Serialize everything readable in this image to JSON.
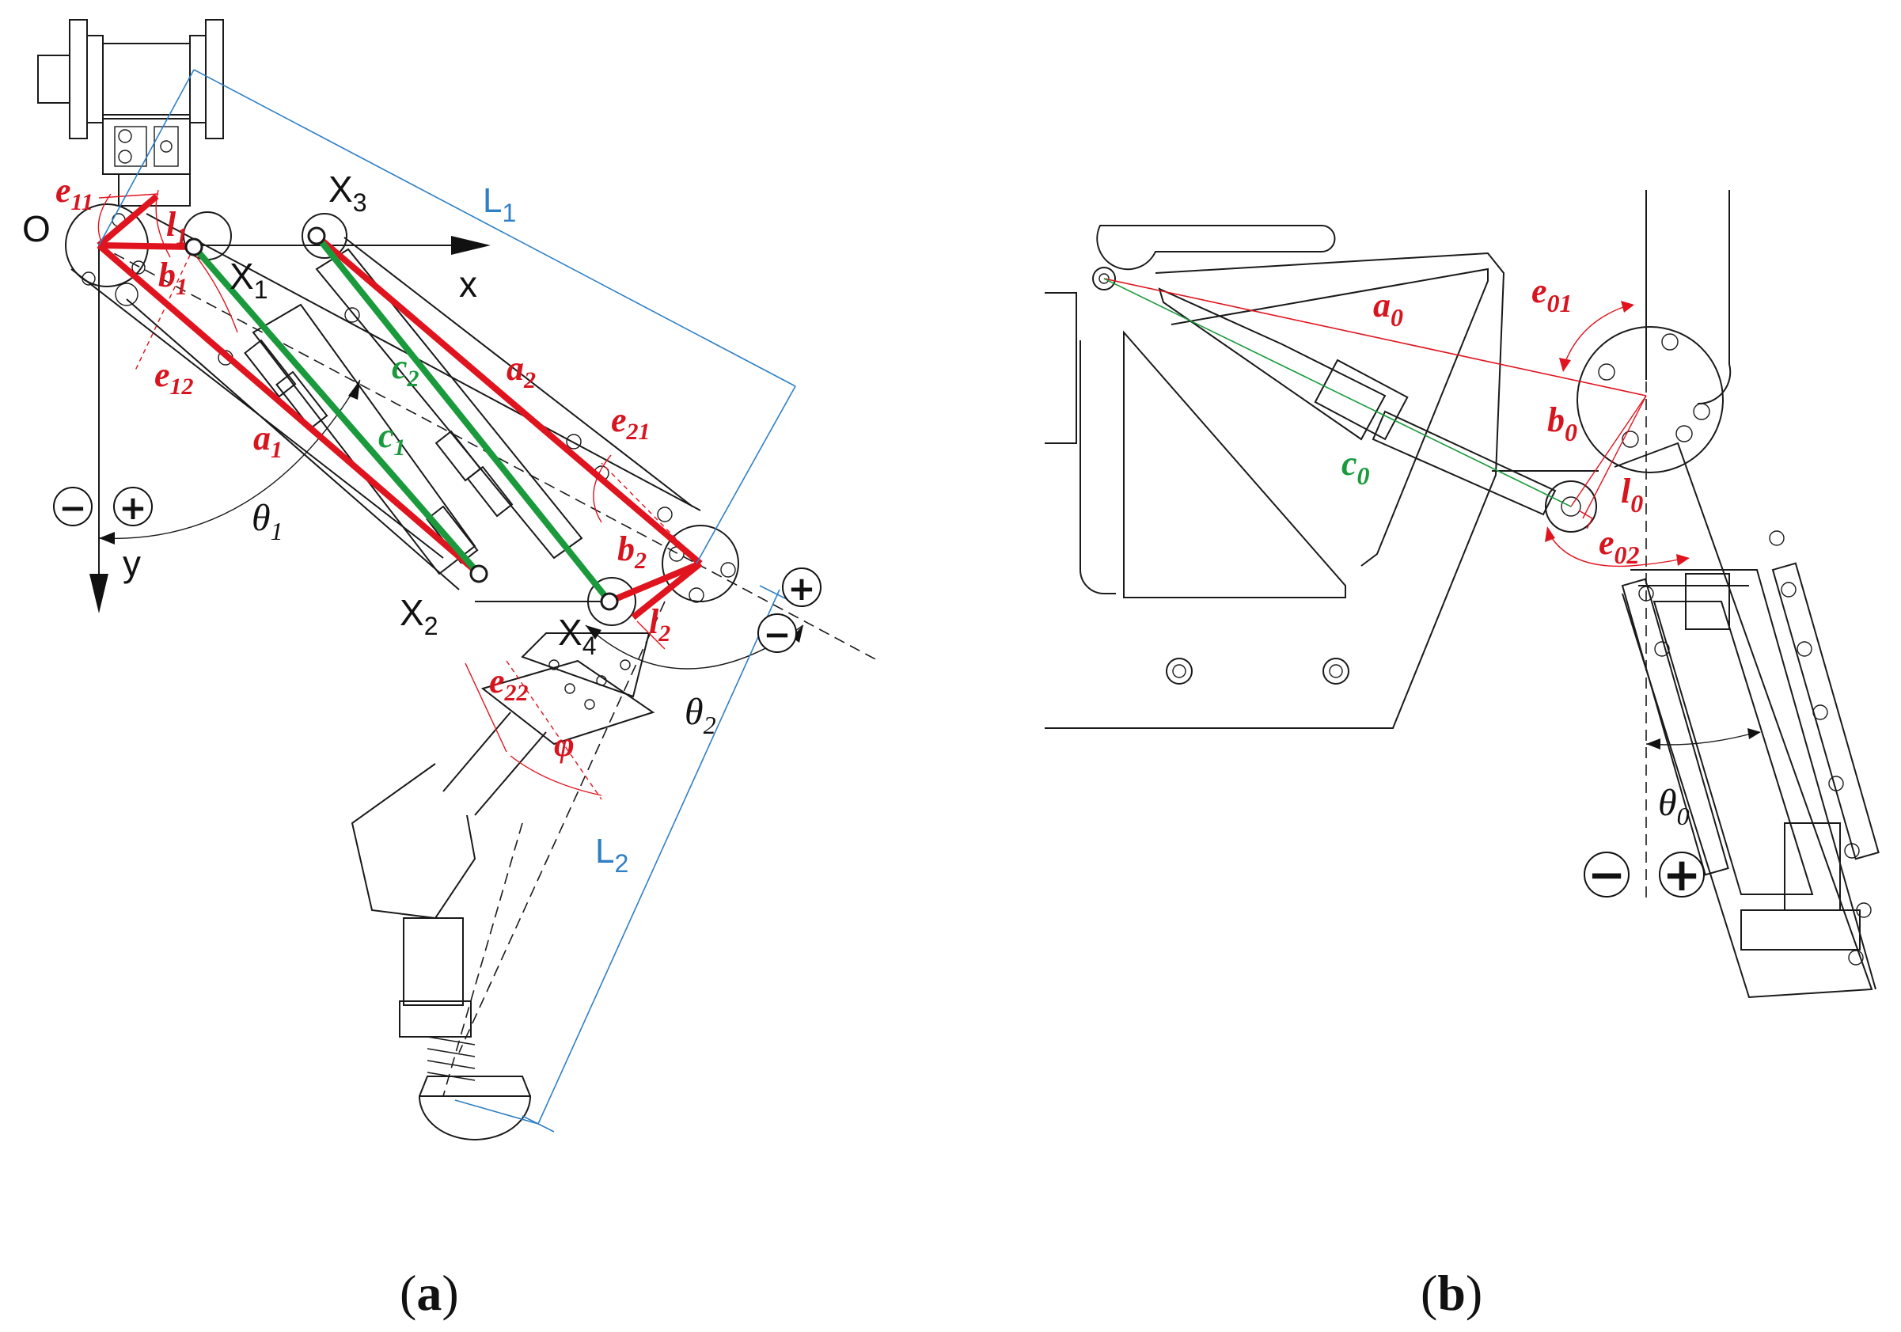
{
  "panel_a": {
    "label_open": "(",
    "label_letter": "a",
    "label_close": ")",
    "origin": "O",
    "x_axis": "x",
    "y_axis": "y",
    "points": {
      "x1": "X",
      "x1_sub": "1",
      "x2": "X",
      "x2_sub": "2",
      "x3": "X",
      "x3_sub": "3",
      "x4": "X",
      "x4_sub": "4"
    },
    "links": {
      "a1": "a",
      "a1_sub": "1",
      "a2": "a",
      "a2_sub": "2",
      "b1": "b",
      "b1_sub": "1",
      "b2": "b",
      "b2_sub": "2",
      "c1": "c",
      "c1_sub": "1",
      "c2": "c",
      "c2_sub": "2",
      "l1": "l",
      "l1_sub": "1",
      "l2": "l",
      "l2_sub": "2"
    },
    "angles": {
      "e11": "e",
      "e11_sub": "11",
      "e12": "e",
      "e12_sub": "12",
      "e21": "e",
      "e21_sub": "21",
      "e22": "e",
      "e22_sub": "22",
      "phi": "φ",
      "theta1": "θ",
      "theta1_sub": "1",
      "theta2": "θ",
      "theta2_sub": "2"
    },
    "lengths": {
      "L1": "L",
      "L1_sub": "1",
      "L2": "L",
      "L2_sub": "2"
    },
    "signs": {
      "minus": "−",
      "plus": "+"
    }
  },
  "panel_b": {
    "label_open": "(",
    "label_letter": "b",
    "label_close": ")",
    "links": {
      "a0": "a",
      "a0_sub": "0",
      "b0": "b",
      "b0_sub": "0",
      "c0": "c",
      "c0_sub": "0",
      "l0": "l",
      "l0_sub": "0"
    },
    "angles": {
      "e01": "e",
      "e01_sub": "01",
      "e02": "e",
      "e02_sub": "02",
      "theta0": "θ",
      "theta0_sub": "0"
    },
    "signs": {
      "minus": "−",
      "plus": "+"
    }
  },
  "colors": {
    "link_red": "#e0141e",
    "actuator_green": "#1a9a3c",
    "dimension_blue": "#2f7fc6",
    "line_black": "#1a1a1a"
  }
}
